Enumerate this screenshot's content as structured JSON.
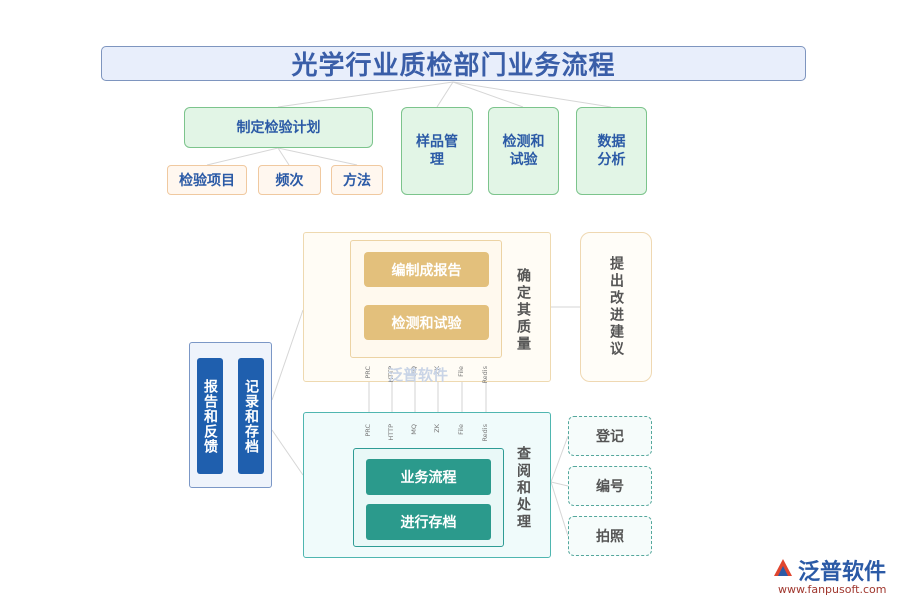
{
  "title": "光学行业质检部门业务流程",
  "top_row": {
    "plan": "制定检验计划",
    "plan_children": [
      "检验项目",
      "频次",
      "方法"
    ],
    "sample": "样品管理",
    "test": "检测和试验",
    "analysis": "数据分析"
  },
  "quality_panel": {
    "label": "确定其质量",
    "buttons": [
      "编制成报告",
      "检测和试验"
    ],
    "suggest": "提出改进建议"
  },
  "process_panel": {
    "label": "查阅和处理",
    "buttons": [
      "业务流程",
      "进行存档"
    ],
    "side_items": [
      "登记",
      "编号",
      "拍照"
    ]
  },
  "left_panel": {
    "items": [
      "报告和反馈",
      "记录和存档"
    ]
  },
  "connector_labels": [
    "PRC",
    "HTTP",
    "MQ",
    "ZK",
    "File",
    "Redis"
  ],
  "watermark": "泛普软件",
  "logo": {
    "name": "泛普软件",
    "url": "www.fanpusoft.com"
  }
}
